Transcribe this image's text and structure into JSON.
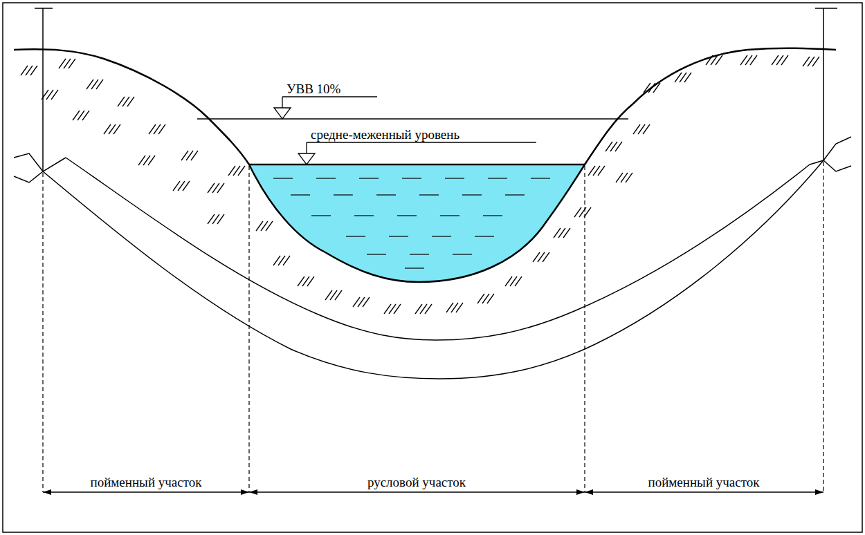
{
  "diagram": {
    "labels": [
      "УВВ 10%",
      "средне-меженный уровень",
      "пойменный участок",
      "русловой участок",
      "пойменный участок"
    ]
  }
}
